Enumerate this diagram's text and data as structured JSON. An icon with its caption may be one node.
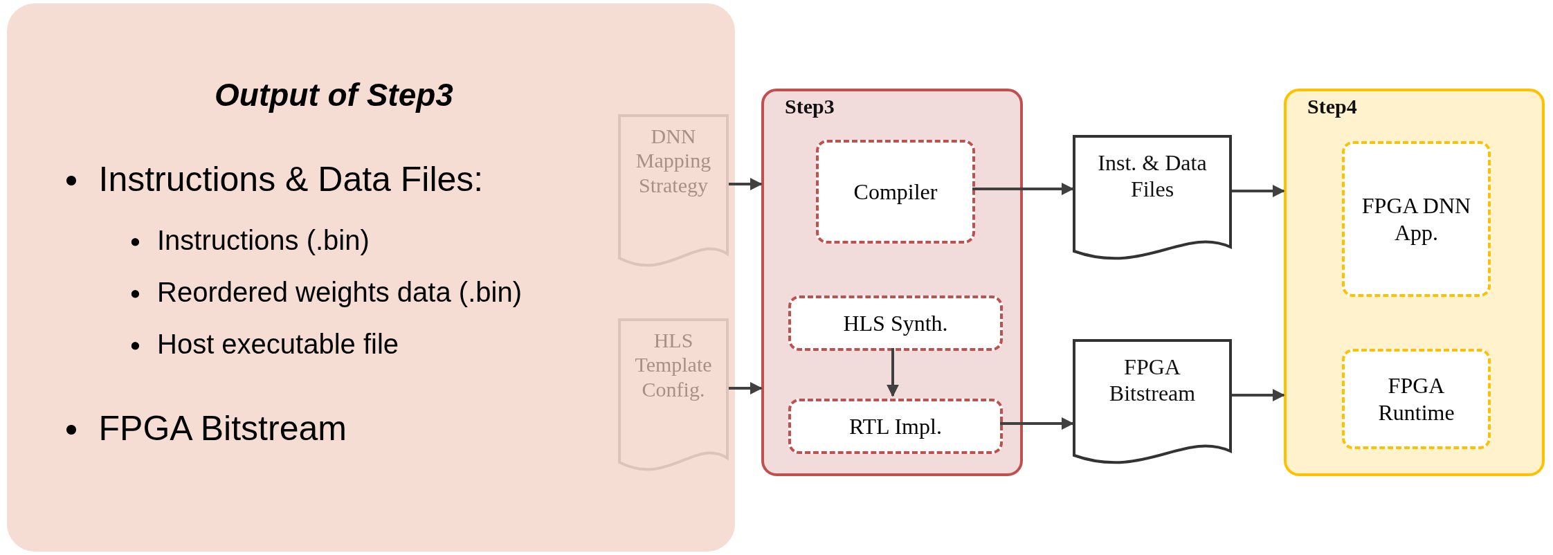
{
  "diagram": {
    "nodes": [
      {
        "text": [
          "Output of Step3",
          "Instructions & Data Files:",
          "Instructions (.bin)",
          "Reordered weights data (.bin)",
          "Host executable file",
          "FPGA Bitstream"
        ]
      },
      {
        "text": [
          "DNN Mapping Strategy"
        ],
        "in": 0
      },
      {
        "text": [
          "HLS Template Config."
        ],
        "in": 0
      },
      {
        "text": [
          "Step3"
        ]
      },
      {
        "text": [
          "Compiler"
        ],
        "in": 3
      },
      {
        "text": [
          "HLS Synth."
        ],
        "in": 3
      },
      {
        "text": [
          "RTL Impl."
        ],
        "in": 3
      },
      {
        "text": [
          "Inst. & Data Files"
        ]
      },
      {
        "text": [
          "FPGA Bitstream"
        ]
      },
      {
        "text": [
          "Step4"
        ]
      },
      {
        "text": [
          "FPGA DNN App."
        ],
        "in": 9
      },
      {
        "text": [
          "FPGA Runtime"
        ],
        "in": 9
      }
    ],
    "edges": [
      {
        "from": 1,
        "to": 3,
        "arrow": "to"
      },
      {
        "from": 2,
        "to": 3,
        "arrow": "to"
      },
      {
        "from": 4,
        "to": 7,
        "arrow": "to"
      },
      {
        "from": 5,
        "to": 6,
        "arrow": "to"
      },
      {
        "from": 6,
        "to": 8,
        "arrow": "to"
      },
      {
        "from": 7,
        "to": 9,
        "arrow": "to"
      },
      {
        "from": 8,
        "to": 9,
        "arrow": "to"
      }
    ]
  }
}
